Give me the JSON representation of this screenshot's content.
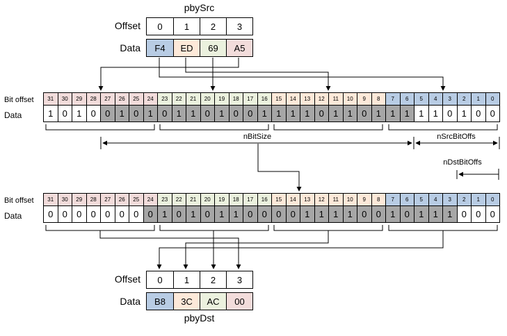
{
  "colors": {
    "blue": "#b8cce4",
    "peach": "#fde9d9",
    "green": "#ebf1de",
    "pink": "#f2dcdb",
    "gray": "#a6a6a6"
  },
  "register_layout": {
    "group_colors": [
      "pink",
      "green",
      "peach",
      "blue"
    ]
  },
  "src_table": {
    "title": "pbySrc",
    "offset_label": "Offset",
    "data_label": "Data",
    "offsets": [
      "0",
      "1",
      "2",
      "3"
    ],
    "bytes": [
      {
        "value": "F4",
        "color": "blue"
      },
      {
        "value": "ED",
        "color": "peach"
      },
      {
        "value": "69",
        "color": "green"
      },
      {
        "value": "A5",
        "color": "pink"
      }
    ]
  },
  "dst_table": {
    "title": "pbyDst",
    "offset_label": "Offset",
    "data_label": "Data",
    "offsets": [
      "0",
      "1",
      "2",
      "3"
    ],
    "bytes": [
      {
        "value": "B8",
        "color": "blue"
      },
      {
        "value": "3C",
        "color": "peach"
      },
      {
        "value": "AC",
        "color": "green"
      },
      {
        "value": "00",
        "color": "pink"
      }
    ]
  },
  "src_register": {
    "bit_offset_label": "Bit offset",
    "data_label": "Data",
    "bit_offsets": [
      31,
      30,
      29,
      28,
      27,
      26,
      25,
      24,
      23,
      22,
      21,
      20,
      19,
      18,
      17,
      16,
      15,
      14,
      13,
      12,
      11,
      10,
      9,
      8,
      7,
      6,
      5,
      4,
      3,
      2,
      1,
      0
    ],
    "bits": [
      1,
      0,
      1,
      0,
      0,
      1,
      0,
      1,
      0,
      1,
      1,
      0,
      1,
      0,
      0,
      1,
      1,
      1,
      1,
      0,
      1,
      1,
      0,
      1,
      1,
      1,
      1,
      1,
      0,
      1,
      0,
      0
    ],
    "highlight": {
      "msb": 27,
      "lsb": 6
    }
  },
  "dst_register": {
    "bit_offset_label": "Bit offset",
    "data_label": "Data",
    "bit_offsets": [
      31,
      30,
      29,
      28,
      27,
      26,
      25,
      24,
      23,
      22,
      21,
      20,
      19,
      18,
      17,
      16,
      15,
      14,
      13,
      12,
      11,
      10,
      9,
      8,
      7,
      6,
      5,
      4,
      3,
      2,
      1,
      0
    ],
    "bits": [
      0,
      0,
      0,
      0,
      0,
      0,
      0,
      0,
      1,
      0,
      1,
      0,
      1,
      1,
      0,
      0,
      0,
      0,
      1,
      1,
      1,
      1,
      0,
      0,
      1,
      0,
      1,
      1,
      1,
      0,
      0,
      0
    ],
    "highlight": {
      "msb": 24,
      "lsb": 3
    }
  },
  "annotations": {
    "bit_size": "nBitSize",
    "src_bit_offs": "nSrcBitOffs",
    "dst_bit_offs": "nDstBitOffs"
  }
}
